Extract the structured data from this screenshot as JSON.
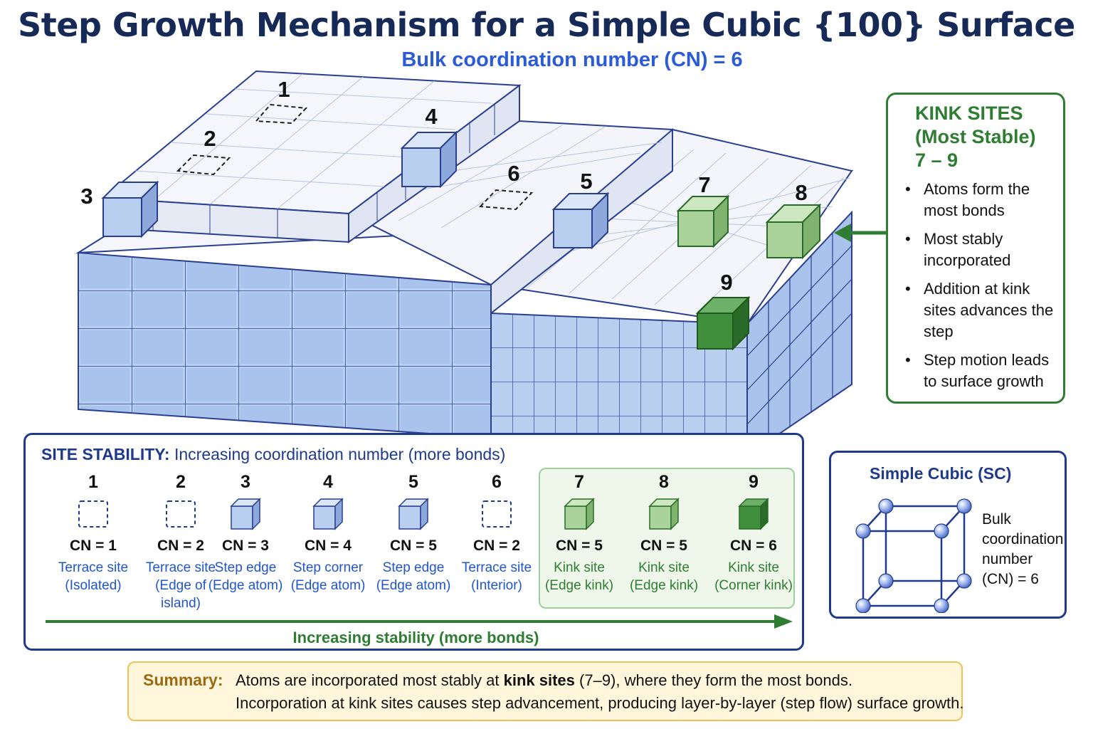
{
  "title": "Step Growth Mechanism for a Simple Cubic {100} Surface",
  "subtitle": "Bulk coordination number (CN) = 6",
  "diagram_labels": [
    "1",
    "2",
    "3",
    "4",
    "5",
    "6",
    "7",
    "8",
    "9"
  ],
  "kink_panel": {
    "title_line1": "KINK SITES",
    "title_line2": "(Most Stable)",
    "title_line3": "7 – 9",
    "bullets": [
      "Atoms form the most bonds",
      "Most stably incorporated",
      "Addition at kink sites advances the step",
      "Step motion leads to surface growth"
    ]
  },
  "stability": {
    "heading_bold": "SITE STABILITY:",
    "heading_rest": "Increasing coordination number (more bonds)",
    "sites": [
      {
        "num": "1",
        "cn": "CN = 1",
        "desc1": "Terrace site",
        "desc2": "(Isolated)",
        "icon": "dashed-square-icon",
        "color": "#2156c9"
      },
      {
        "num": "2",
        "cn": "CN = 2",
        "desc1": "Terrace site",
        "desc2": "(Edge of island)",
        "icon": "dashed-square-icon",
        "color": "#2156c9"
      },
      {
        "num": "3",
        "cn": "CN = 3",
        "desc1": "Step edge",
        "desc2": "(Edge atom)",
        "icon": "blue-cube-icon",
        "color": "#2156c9"
      },
      {
        "num": "4",
        "cn": "CN = 4",
        "desc1": "Step corner",
        "desc2": "(Edge atom)",
        "icon": "blue-cube-icon",
        "color": "#2156c9"
      },
      {
        "num": "5",
        "cn": "CN = 5",
        "desc1": "Step edge",
        "desc2": "(Edge atom)",
        "icon": "blue-cube-icon",
        "color": "#2156c9"
      },
      {
        "num": "6",
        "cn": "CN = 2",
        "desc1": "Terrace site",
        "desc2": "(Interior)",
        "icon": "dashed-square-icon",
        "color": "#2156c9"
      },
      {
        "num": "7",
        "cn": "CN = 5",
        "desc1": "Kink site",
        "desc2": "(Edge kink)",
        "icon": "light-green-cube-icon",
        "color": "#2e7d32"
      },
      {
        "num": "8",
        "cn": "CN = 5",
        "desc1": "Kink site",
        "desc2": "(Edge kink)",
        "icon": "light-green-cube-icon",
        "color": "#2e7d32"
      },
      {
        "num": "9",
        "cn": "CN = 6",
        "desc1": "Kink site",
        "desc2": "(Corner kink)",
        "icon": "dark-green-cube-icon",
        "color": "#2e7d32"
      }
    ],
    "footer": "Increasing stability (more bonds)"
  },
  "simple_cubic": {
    "title": "Simple Cubic (SC)",
    "note": "Bulk coordination number (CN) = 6"
  },
  "summary": {
    "label": "Summary:",
    "line1_a": "Atoms are incorporated most stably at ",
    "line1_bold": "kink sites",
    "line1_b": " (7–9), where they form the most bonds.",
    "line2": "Incorporation at kink sites causes step advancement, producing layer-by-layer (step flow) surface growth."
  },
  "colors": {
    "title": "#172a57",
    "accent_blue": "#2b5bd7",
    "kink_green": "#2e7d32",
    "atom_blue": "#b9cff0",
    "atom_green_light": "#a9d39a",
    "atom_green_dark": "#3f8f3c"
  }
}
